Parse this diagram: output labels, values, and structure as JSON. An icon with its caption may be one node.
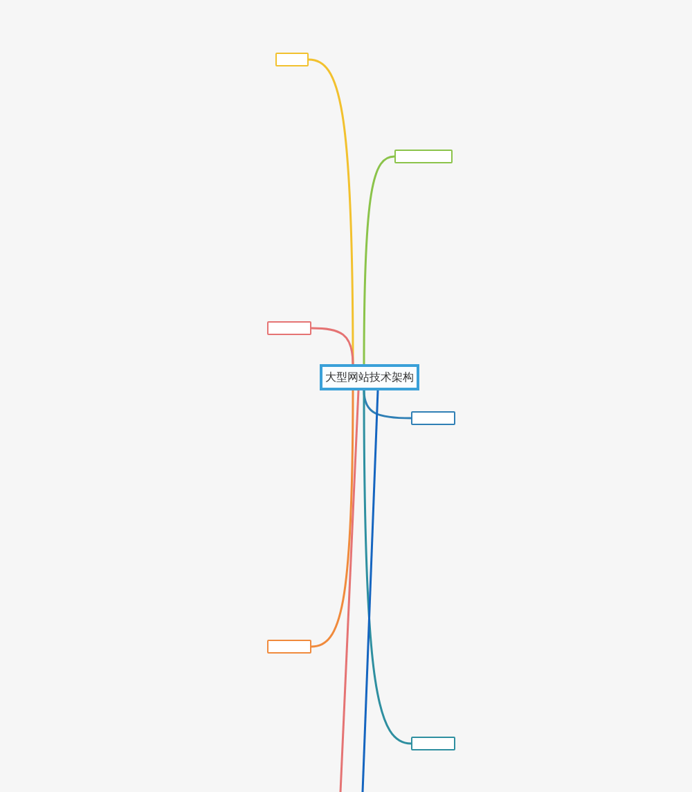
{
  "diagram": {
    "nodes": [
      {
        "text": [
          "大型网站技术架构"
        ]
      },
      {
        "text": [],
        "shape": "box"
      },
      {
        "text": [],
        "shape": "box"
      },
      {
        "text": [],
        "shape": "box"
      },
      {
        "text": [],
        "shape": "box"
      },
      {
        "text": [],
        "shape": "box"
      },
      {
        "text": [],
        "shape": "box"
      }
    ],
    "edges": [
      {
        "from": 0,
        "to": 1,
        "arrow": "none",
        "color": "#f2c12e"
      },
      {
        "from": 0,
        "to": 2,
        "arrow": "none",
        "color": "#8bc34a"
      },
      {
        "from": 0,
        "to": 3,
        "arrow": "none",
        "color": "#e57373"
      },
      {
        "from": 0,
        "to": 4,
        "arrow": "none",
        "color": "#2f7fb5"
      },
      {
        "from": 0,
        "to": 5,
        "arrow": "none",
        "color": "#f08a3c"
      },
      {
        "from": 0,
        "to": 6,
        "arrow": "none",
        "color": "#2e8fa0"
      },
      {
        "from": 0,
        "to": null,
        "arrow": "none",
        "color": "#1565c0"
      },
      {
        "from": 0,
        "to": null,
        "arrow": "none",
        "color": "#e57373"
      }
    ]
  }
}
